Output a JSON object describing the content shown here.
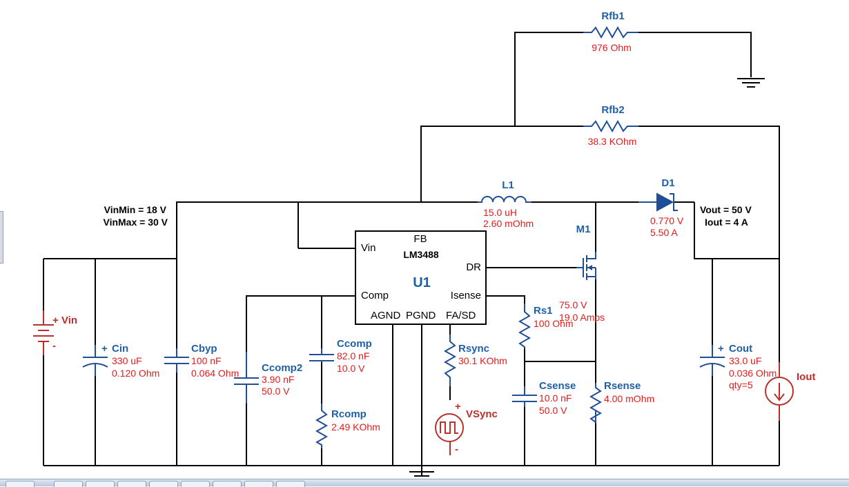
{
  "circuit": {
    "rfb1": {
      "ref": "Rfb1",
      "value": "976 Ohm"
    },
    "rfb2": {
      "ref": "Rfb2",
      "value": "38.3 KOhm"
    },
    "l1": {
      "ref": "L1",
      "value": "15.0 uH",
      "esr": "2.60 mOhm"
    },
    "d1": {
      "ref": "D1",
      "vf": "0.770 V",
      "current": "5.50 A"
    },
    "m1": {
      "ref": "M1",
      "vds": "75.0 V",
      "id": "19.0 Amps"
    },
    "vin_spec": {
      "min": "VinMin = 18 V",
      "max": "VinMax = 30 V"
    },
    "vout_spec": {
      "vout": "Vout = 50 V",
      "iout": "Iout = 4 A"
    },
    "u1": {
      "ref": "U1",
      "part": "LM3488",
      "pins": {
        "fb": "FB",
        "vin": "Vin",
        "dr": "DR",
        "comp": "Comp",
        "isense": "Isense",
        "agnd": "AGND",
        "pgnd": "PGND",
        "fasd": "FA/SD"
      }
    },
    "vin": {
      "ref": "Vin",
      "plus": "+",
      "minus": "-"
    },
    "cin": {
      "ref": "Cin",
      "value": "330 uF",
      "esr": "0.120 Ohm",
      "plus": "+"
    },
    "cbyp": {
      "ref": "Cbyp",
      "value": "100 nF",
      "esr": "0.064 Ohm"
    },
    "ccomp2": {
      "ref": "Ccomp2",
      "value": "3.90 nF",
      "voltage": "50.0 V"
    },
    "ccomp": {
      "ref": "Ccomp",
      "value": "82.0 nF",
      "voltage": "10.0 V"
    },
    "rcomp": {
      "ref": "Rcomp",
      "value": "2.49 KOhm"
    },
    "rsync": {
      "ref": "Rsync",
      "value": "30.1 KOhm"
    },
    "vsync": {
      "ref": "VSync",
      "plus": "+",
      "minus": "-"
    },
    "rs1": {
      "ref": "Rs1",
      "value": "100 Ohm"
    },
    "csense": {
      "ref": "Csense",
      "value": "10.0 nF",
      "voltage": "50.0 V"
    },
    "rsense": {
      "ref": "Rsense",
      "value": "4.00 mOhm"
    },
    "cout": {
      "ref": "Cout",
      "value": "33.0 uF",
      "esr": "0.036 Ohm",
      "qty": "qty=5",
      "plus": "+"
    },
    "iout": {
      "ref": "Iout"
    }
  },
  "colors": {
    "wire": "#000000",
    "component": "#1f4e96",
    "reference": "#1f5fa6",
    "value": "#e31a1a",
    "source": "#b9302a"
  },
  "icons": [
    "ground-icon",
    "resistor-icon",
    "capacitor-icon",
    "inductor-icon",
    "diode-icon",
    "mosfet-icon",
    "battery-icon",
    "pulse-source-icon",
    "current-source-icon"
  ]
}
